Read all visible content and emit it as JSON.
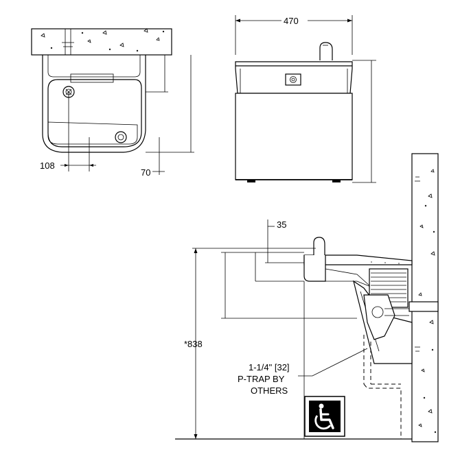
{
  "dimensions": {
    "top_width": "470",
    "drain_offset": "108",
    "front_offset": "70",
    "spout_setback": "35",
    "rim_height": "*838"
  },
  "notes": {
    "ptrap_line1": "1-1/4\" [32]",
    "ptrap_line2": "P-TRAP BY",
    "ptrap_line3": "OTHERS"
  },
  "icons": {
    "accessibility": "wheelchair-accessibility-icon"
  },
  "colors": {
    "line": "#000000",
    "background": "#ffffff"
  }
}
